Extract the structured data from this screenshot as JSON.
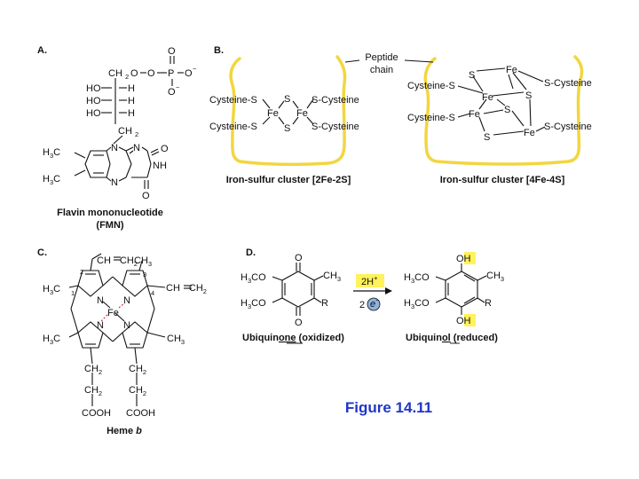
{
  "panels": {
    "a": {
      "letter": "A.",
      "caption_line1": "Flavin mononucleotide",
      "caption_line2": "(FMN)",
      "labels": {
        "ch2_top": "CH",
        "ch2_top_sub": "2",
        "o_link": "O",
        "p": "P",
        "o_up": "O",
        "o_right": "O",
        "o_right_sup": "−",
        "o_down": "O",
        "o_down_sup": "−",
        "ho1": "HO",
        "ho2": "HO",
        "ho3": "HO",
        "h1": "H",
        "h2": "H",
        "h3": "H",
        "ch2_mid": "CH",
        "ch2_mid_sub": "2",
        "n10": "N",
        "n1": "N",
        "n5": "N",
        "o2": "O",
        "nh": "NH",
        "o4": "O",
        "h3c1": "H",
        "h3c1_sub": "3",
        "h3c1_c": "C",
        "h3c2": "H",
        "h3c2_sub": "3",
        "h3c2_c": "C"
      }
    },
    "b": {
      "letter": "B.",
      "peptide_line1": "Peptide",
      "peptide_line2": "chain",
      "caption_left": "Iron-sulfur cluster [2Fe-2S]",
      "caption_right": "Iron-sulfur cluster [4Fe-4S]",
      "left": {
        "cys_tl": "Cysteine-S",
        "cys_bl": "Cysteine-S",
        "cys_tr": "S-Cysteine",
        "cys_br": "S-Cysteine",
        "fe1": "Fe",
        "fe2": "Fe",
        "s_top": "S",
        "s_bot": "S"
      },
      "right": {
        "cys_l1": "Cysteine-S",
        "cys_l2": "Cysteine-S",
        "cys_r1": "S-Cysteine",
        "cys_r2": "S-Cysteine",
        "fe_top": "Fe",
        "fe_mid": "Fe",
        "fe_left": "Fe",
        "fe_bot": "Fe",
        "s_tl": "S",
        "s_r": "S",
        "s_c": "S",
        "s_b": "S"
      }
    },
    "c": {
      "letter": "C.",
      "caption_main": "Heme ",
      "caption_italic": "b",
      "labels": {
        "vinyl_top": "CH",
        "vinyl_top_b": "CH",
        "vinyl_top_sub": "2",
        "ch3_top": "CH",
        "ch3_top_sub": "3",
        "h3c_left": "H",
        "h3c_left_sub": "3",
        "h3c_left_c": "C",
        "vinyl_right": "CH",
        "vinyl_right_b": "CH",
        "vinyl_right_sub": "2",
        "h3c_low": "H",
        "h3c_low_sub": "3",
        "h3c_low_c": "C",
        "ch3_low": "CH",
        "ch3_low_sub": "3",
        "fe": "Fe",
        "n_tl": "N",
        "n_tr": "N",
        "n_bl": "N",
        "n_br": "N",
        "num1": "1",
        "num2": "2",
        "num3": "3",
        "num4": "4",
        "ch2_a1": "CH",
        "ch2_a1_sub": "2",
        "ch2_a2": "CH",
        "ch2_a2_sub": "2",
        "cooh_a": "COOH",
        "ch2_b1": "CH",
        "ch2_b1_sub": "2",
        "ch2_b2": "CH",
        "ch2_b2_sub": "2",
        "cooh_b": "COOH"
      }
    },
    "d": {
      "letter": "D.",
      "reagent_top": "2H",
      "reagent_top_sup": "+",
      "reagent_num": "2",
      "reagent_e": "e",
      "reagent_e_sup": "−",
      "ox_caption_a": "Ubiquin",
      "ox_caption_b": "one",
      "ox_caption_c": " (oxidized)",
      "red_caption_a": "Ubiquin",
      "red_caption_b": "ol",
      "red_caption_c": " (reduced)",
      "labels": {
        "ox_o_top": "O",
        "ox_o_bot": "O",
        "ox_meo1": "H",
        "ox_meo1_sub": "3",
        "ox_meo1_c": "CO",
        "ox_meo2": "H",
        "ox_meo2_sub": "3",
        "ox_meo2_c": "CO",
        "ox_ch3": "CH",
        "ox_ch3_sub": "3",
        "ox_r": "R",
        "red_oh_top": "OH",
        "red_oh_bot": "OH",
        "red_meo1": "H",
        "red_meo1_sub": "3",
        "red_meo1_c": "CO",
        "red_meo2": "H",
        "red_meo2_sub": "3",
        "red_meo2_c": "CO",
        "red_ch3": "CH",
        "red_ch3_sub": "3",
        "red_r": "R"
      }
    }
  },
  "figure_title": "Figure 14.11",
  "colors": {
    "chain": "#f2d640",
    "highlight": "#fff25a",
    "electron": "#8fb3e0",
    "title": "#1f36c7",
    "feS_dash": "#d0202a"
  }
}
